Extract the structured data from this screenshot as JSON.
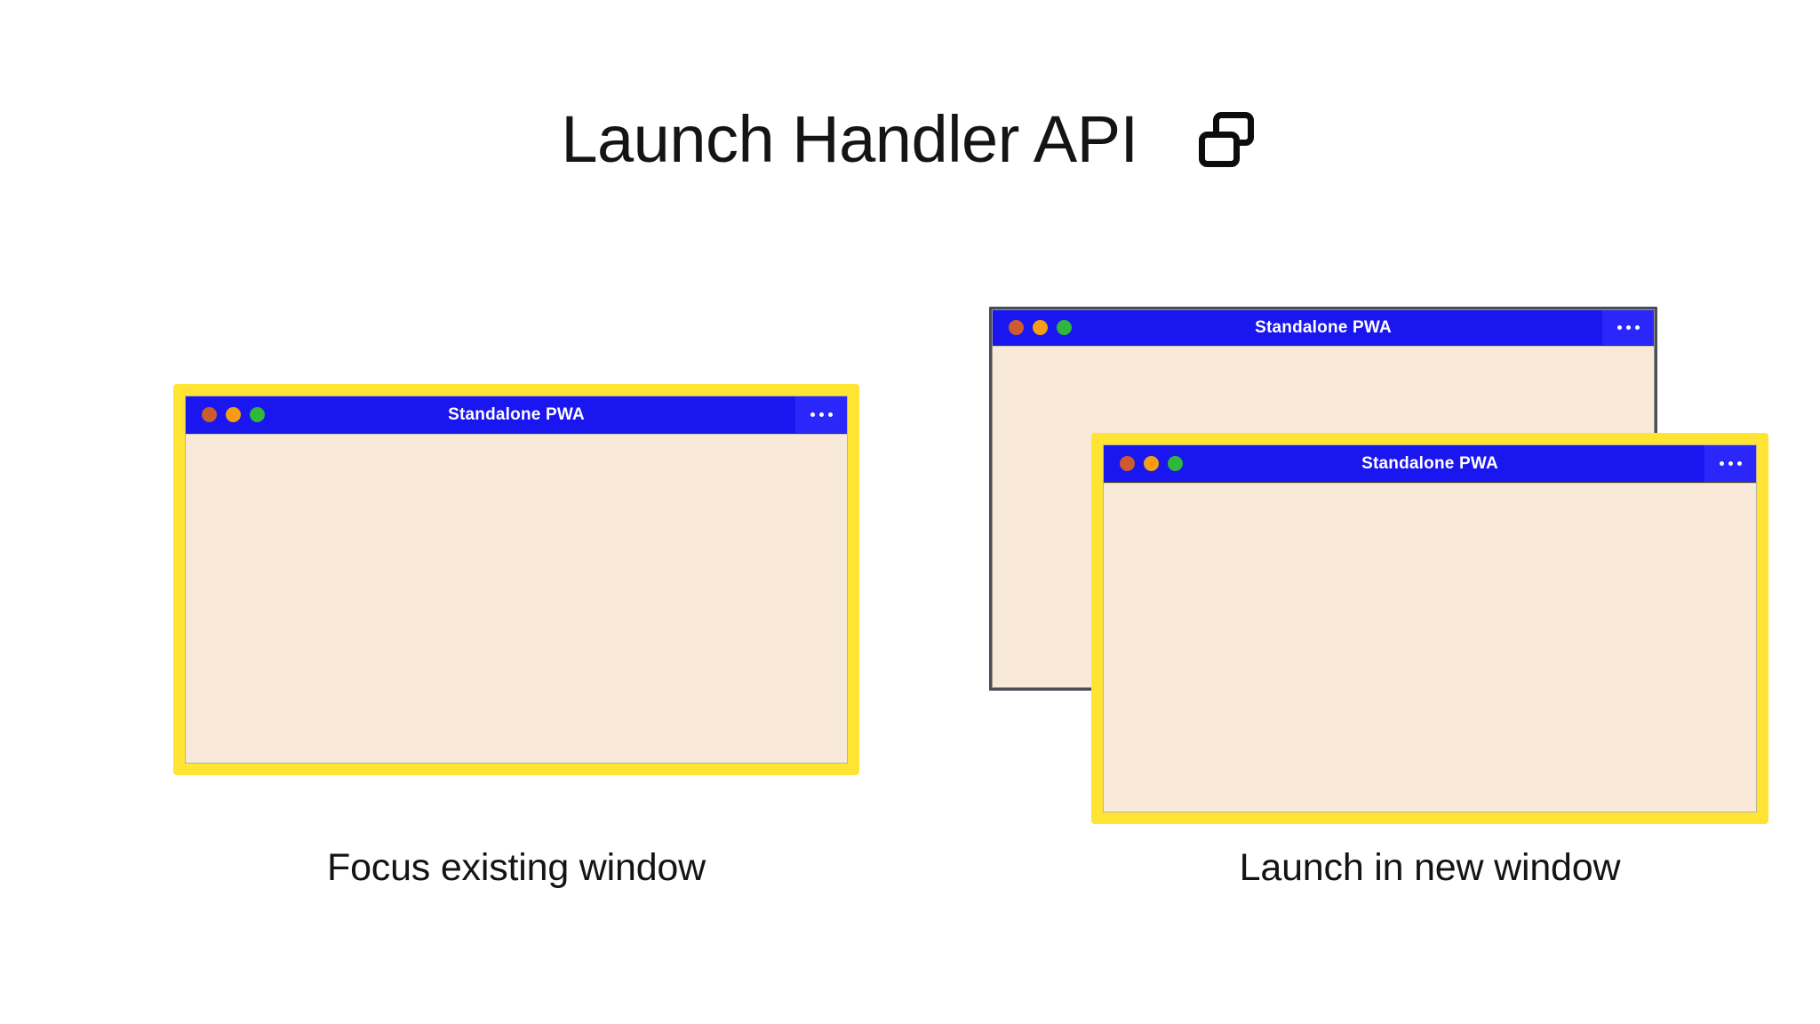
{
  "header": {
    "title": "Launch Handler API",
    "icon": "two-overlapping-windows-icon"
  },
  "windows": {
    "focus_existing": {
      "title": "Standalone PWA",
      "menu_icon": "overflow-menu-icon",
      "traffic_lights": [
        "close",
        "minimize",
        "maximize"
      ],
      "highlighted": true
    },
    "new_window_back": {
      "title": "Standalone PWA",
      "menu_icon": "overflow-menu-icon",
      "traffic_lights": [
        "close",
        "minimize",
        "maximize"
      ],
      "highlighted": false
    },
    "new_window_front": {
      "title": "Standalone PWA",
      "menu_icon": "overflow-menu-icon",
      "traffic_lights": [
        "close",
        "minimize",
        "maximize"
      ],
      "highlighted": true
    }
  },
  "captions": {
    "left": "Focus existing window",
    "right": "Launch in new window"
  },
  "colors": {
    "background": "#ffffff",
    "titlebar_blue": "#1a16f0",
    "menu_blue": "#2b27fb",
    "window_body_cream": "#f8e9d8",
    "highlight_yellow": "#ffe433",
    "plain_border_gray": "#4a4f57",
    "text_dark": "#141414",
    "dot_close": "#cc5c30",
    "dot_minimize": "#f79c15",
    "dot_maximize": "#2fb83a"
  }
}
